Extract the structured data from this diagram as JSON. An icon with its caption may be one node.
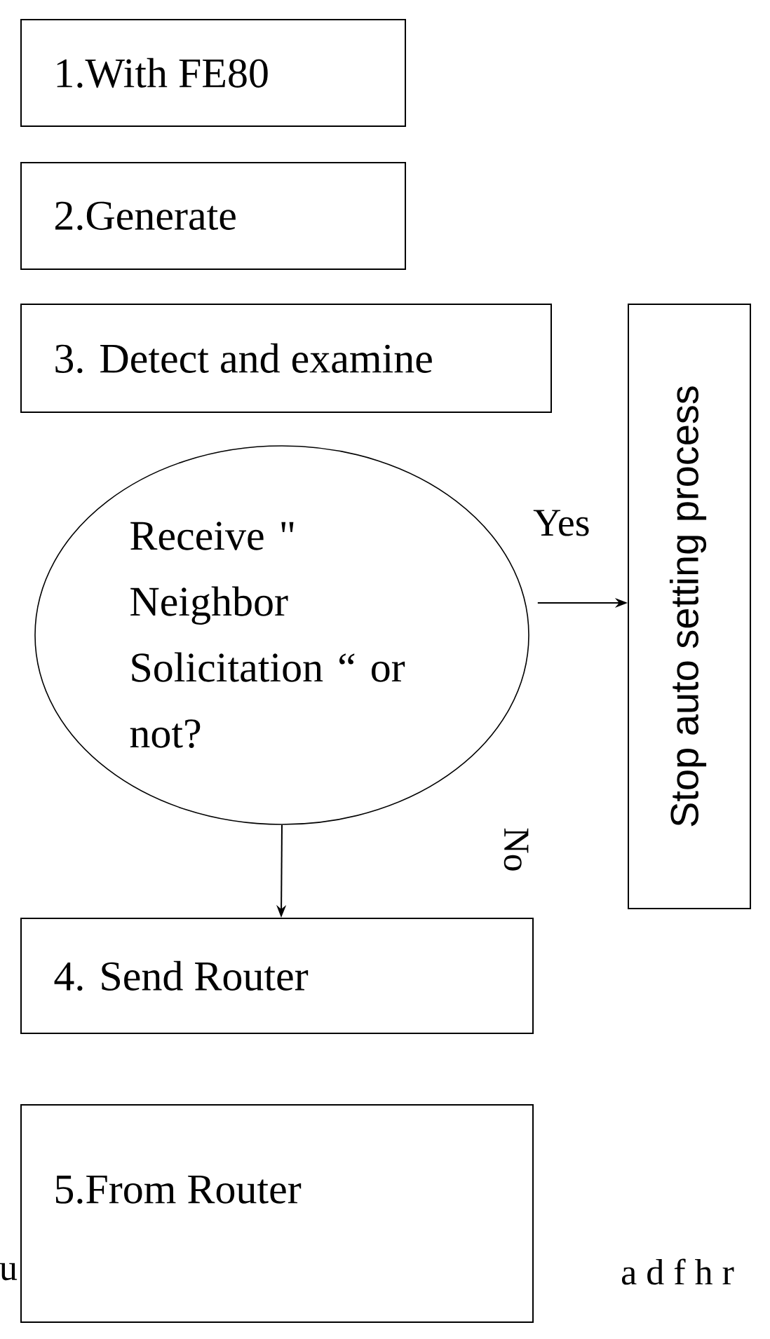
{
  "diagram": {
    "nodes": [
      {
        "text": [
          "1.With FE80"
        ]
      },
      {
        "text": [
          "2.Generate"
        ]
      },
      {
        "text": [
          "3. Detect and examine"
        ]
      },
      {
        "text": [
          "Receive \" Neighbor Solicitation “ or not?"
        ]
      },
      {
        "text": [
          "Stop auto setting process"
        ]
      },
      {
        "text": [
          "4. Send Router"
        ]
      },
      {
        "text": [
          "5.From Router"
        ]
      }
    ],
    "edges": [
      {
        "from": 3,
        "to": 4,
        "arrow": "to",
        "label": "Yes"
      },
      {
        "from": 3,
        "to": 5,
        "arrow": "to"
      }
    ],
    "labels": [
      "No",
      "u",
      "a d f h r"
    ]
  }
}
